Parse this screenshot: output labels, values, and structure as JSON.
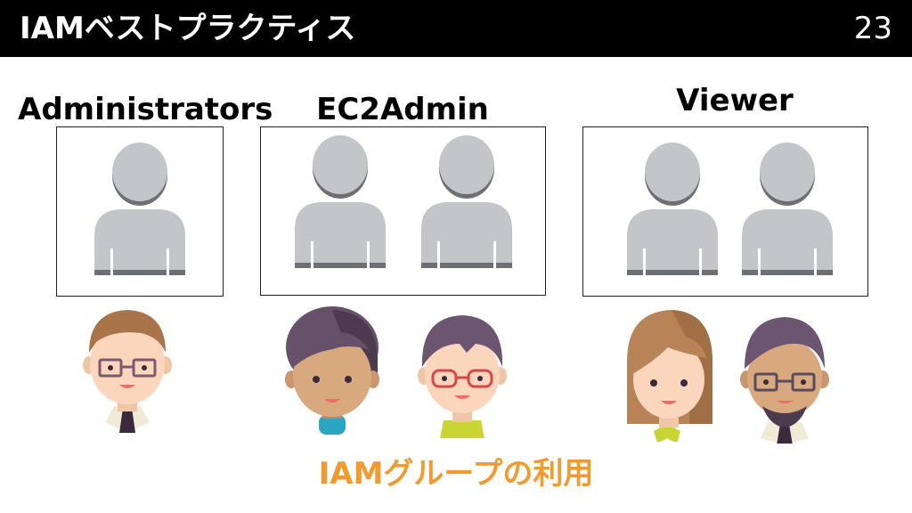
{
  "slide": {
    "title": "IAMベストプラクティス",
    "page_number": "23",
    "caption": "IAMグループの利用"
  },
  "groups": [
    {
      "label": "Administrators",
      "members": 1
    },
    {
      "label": "EC2Admin",
      "members": 2
    },
    {
      "label": "Viewer",
      "members": 2
    }
  ],
  "icons": {
    "user": "user-silhouette-icon",
    "avatar": "person-avatar-icon"
  },
  "colors": {
    "header_bg": "#000000",
    "caption": "#f29a2e",
    "silhouette": "#c4c5c8",
    "silhouette_shadow": "#6e6f72"
  }
}
